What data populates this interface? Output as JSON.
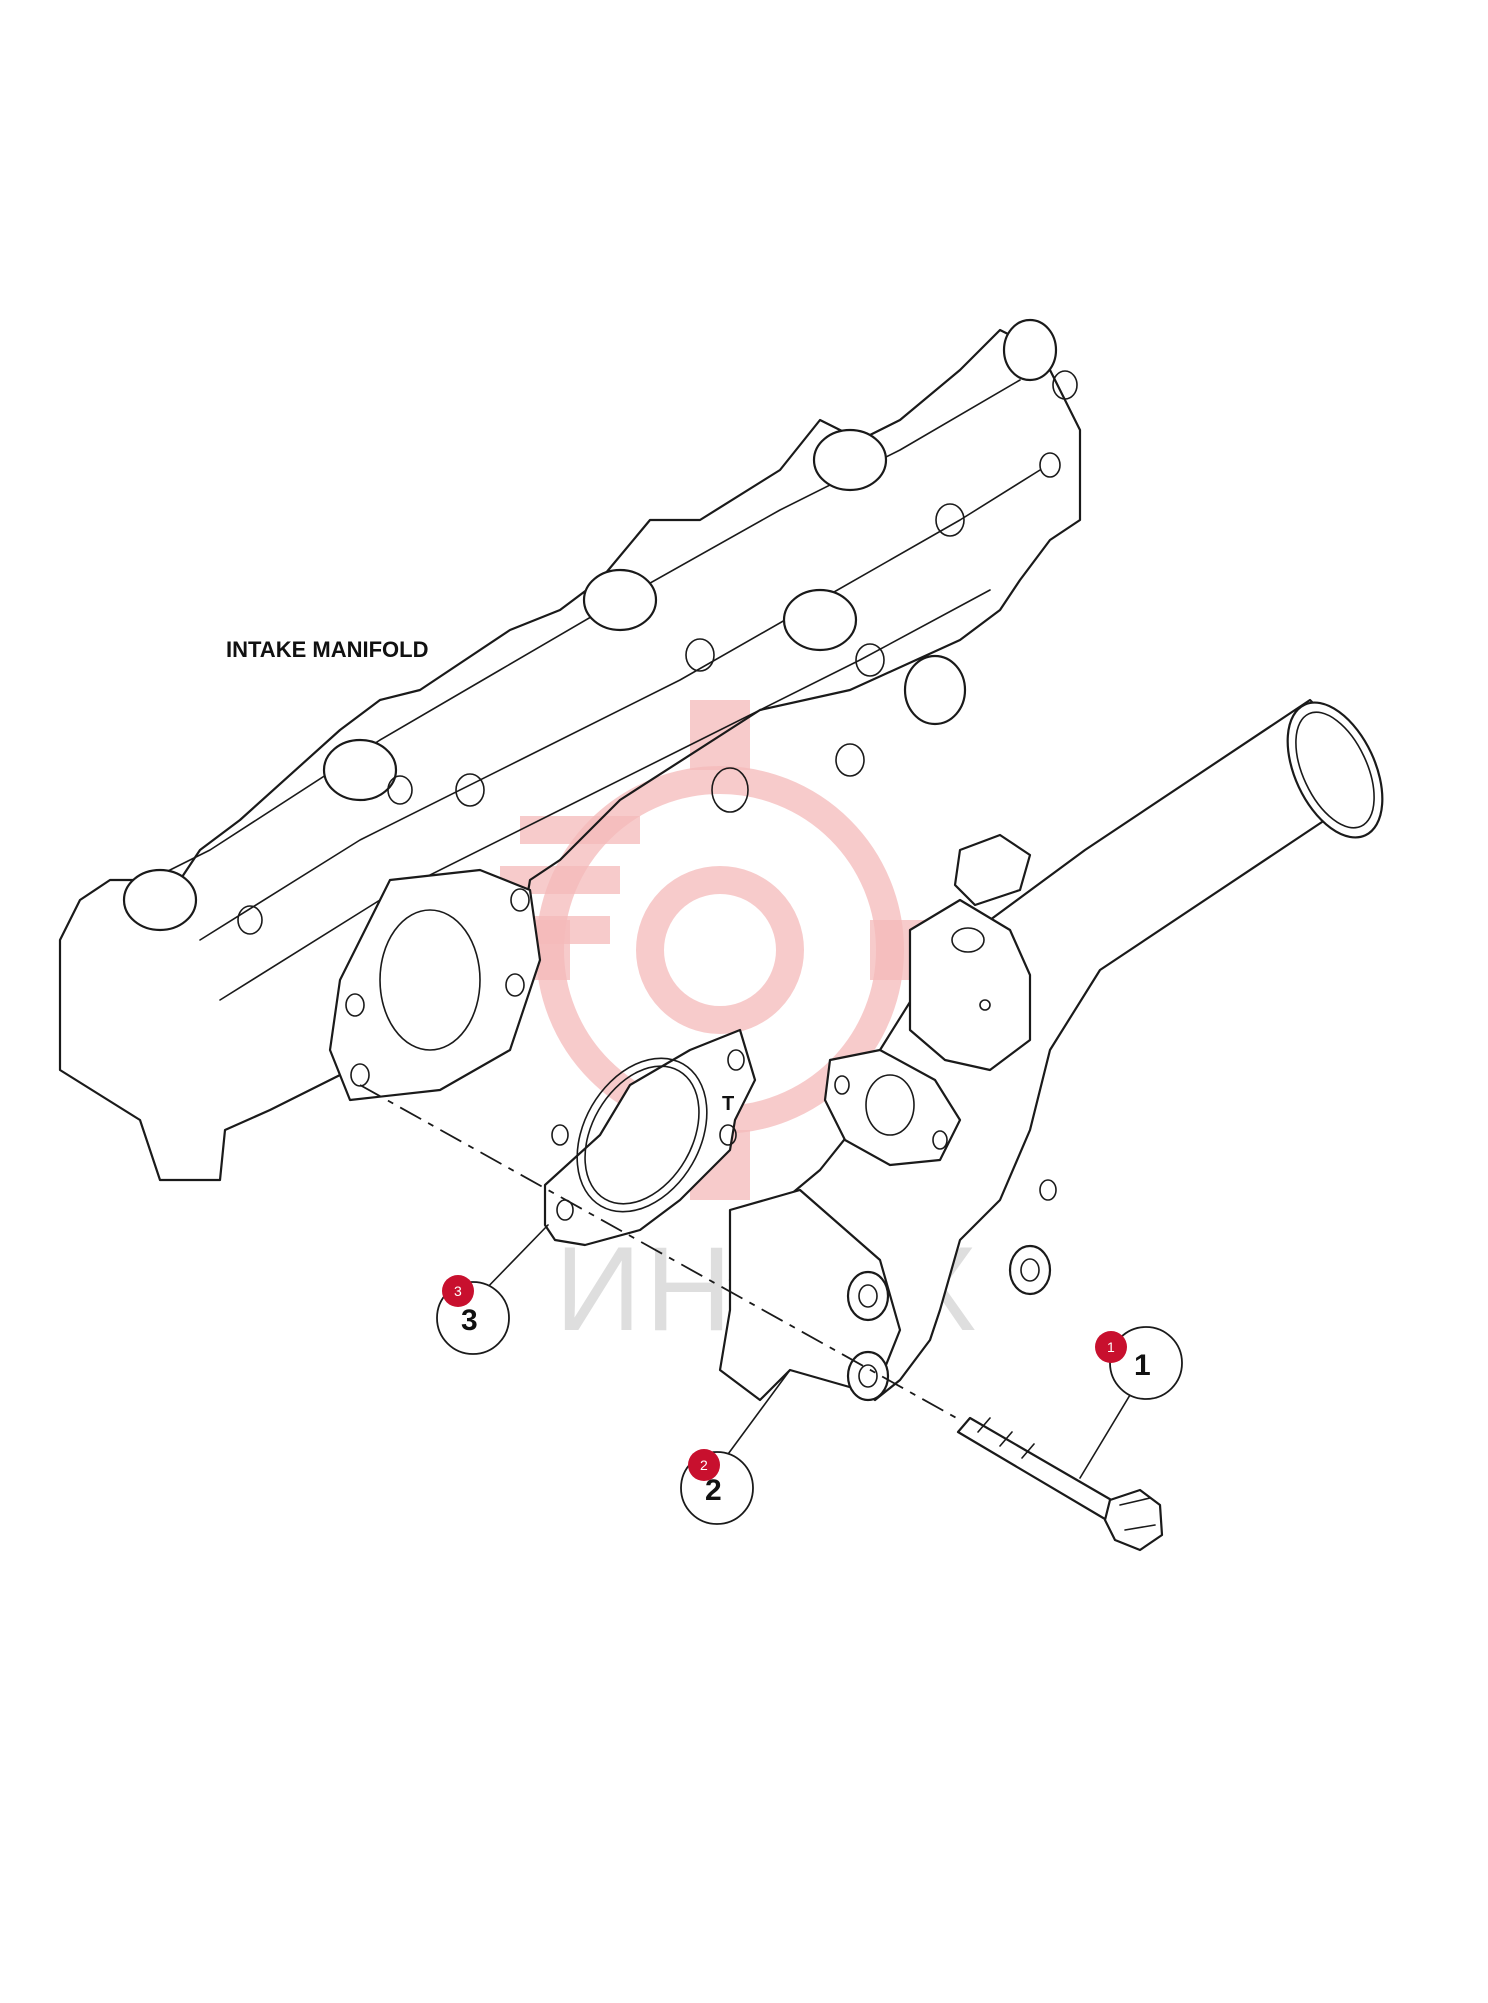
{
  "diagram": {
    "label": "INTAKE MANIFOLD",
    "watermark_text": "ИНТЕХ",
    "gasket_mark": "T",
    "callouts": [
      {
        "number": "1",
        "badge": "1"
      },
      {
        "number": "2",
        "badge": "2"
      },
      {
        "number": "3",
        "badge": "3"
      }
    ]
  },
  "colors": {
    "badge": "#c8102e",
    "watermark_gear": "#f4b9b9",
    "line": "#1a1a1a"
  }
}
